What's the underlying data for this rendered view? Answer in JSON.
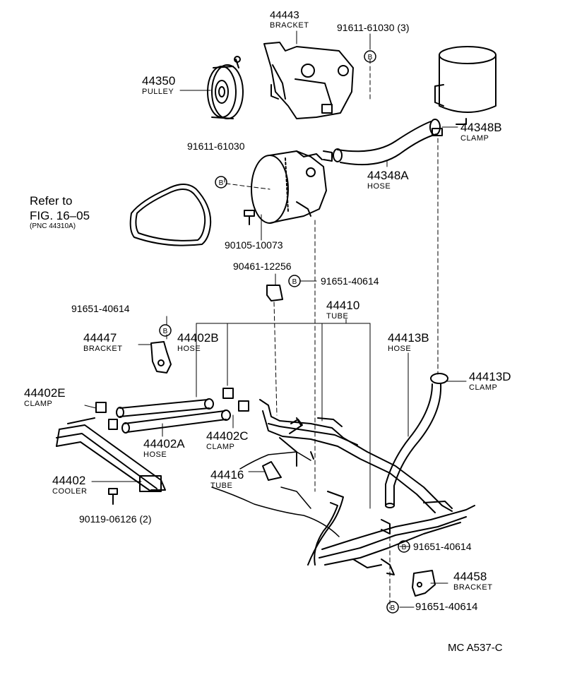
{
  "parts": {
    "p44443": {
      "number": "44443",
      "name": "BRACKET"
    },
    "p9161161030_3": {
      "number": "91611-61030 (3)"
    },
    "p44350": {
      "number": "44350",
      "name": "PULLEY"
    },
    "p44348B": {
      "number": "44348B",
      "name": "CLAMP"
    },
    "p9161161030": {
      "number": "91611-61030"
    },
    "p44348A": {
      "number": "44348A",
      "name": "HOSE"
    },
    "ref": {
      "line1": "Refer to",
      "line2": "FIG. 16–05",
      "line3": "(PNC 44310A)"
    },
    "p9010510073": {
      "number": "90105-10073"
    },
    "p9046112256": {
      "number": "90461-12256"
    },
    "p9165140614_a": {
      "number": "91651-40614"
    },
    "p9165140614_b": {
      "number": "91651-40614"
    },
    "p44410": {
      "number": "44410",
      "name": "TUBE"
    },
    "p44447": {
      "number": "44447",
      "name": "BRACKET"
    },
    "p44402B": {
      "number": "44402B",
      "name": "HOSE"
    },
    "p44413B": {
      "number": "44413B",
      "name": "HOSE"
    },
    "p44413D": {
      "number": "44413D",
      "name": "CLAMP"
    },
    "p44402E": {
      "number": "44402E",
      "name": "CLAMP"
    },
    "p44402A": {
      "number": "44402A",
      "name": "HOSE"
    },
    "p44402C": {
      "number": "44402C",
      "name": "CLAMP"
    },
    "p44416": {
      "number": "44416",
      "name": "TUBE"
    },
    "p44402": {
      "number": "44402",
      "name": "COOLER"
    },
    "p9011906126": {
      "number": "90119-06126 (2)"
    },
    "p9165140614_c": {
      "number": "91651-40614"
    },
    "p44458": {
      "number": "44458",
      "name": "BRACKET"
    },
    "p9165140614_d": {
      "number": "91651-40614"
    }
  },
  "bolt_marker": "B",
  "footer": {
    "code": "MC A537-C"
  }
}
